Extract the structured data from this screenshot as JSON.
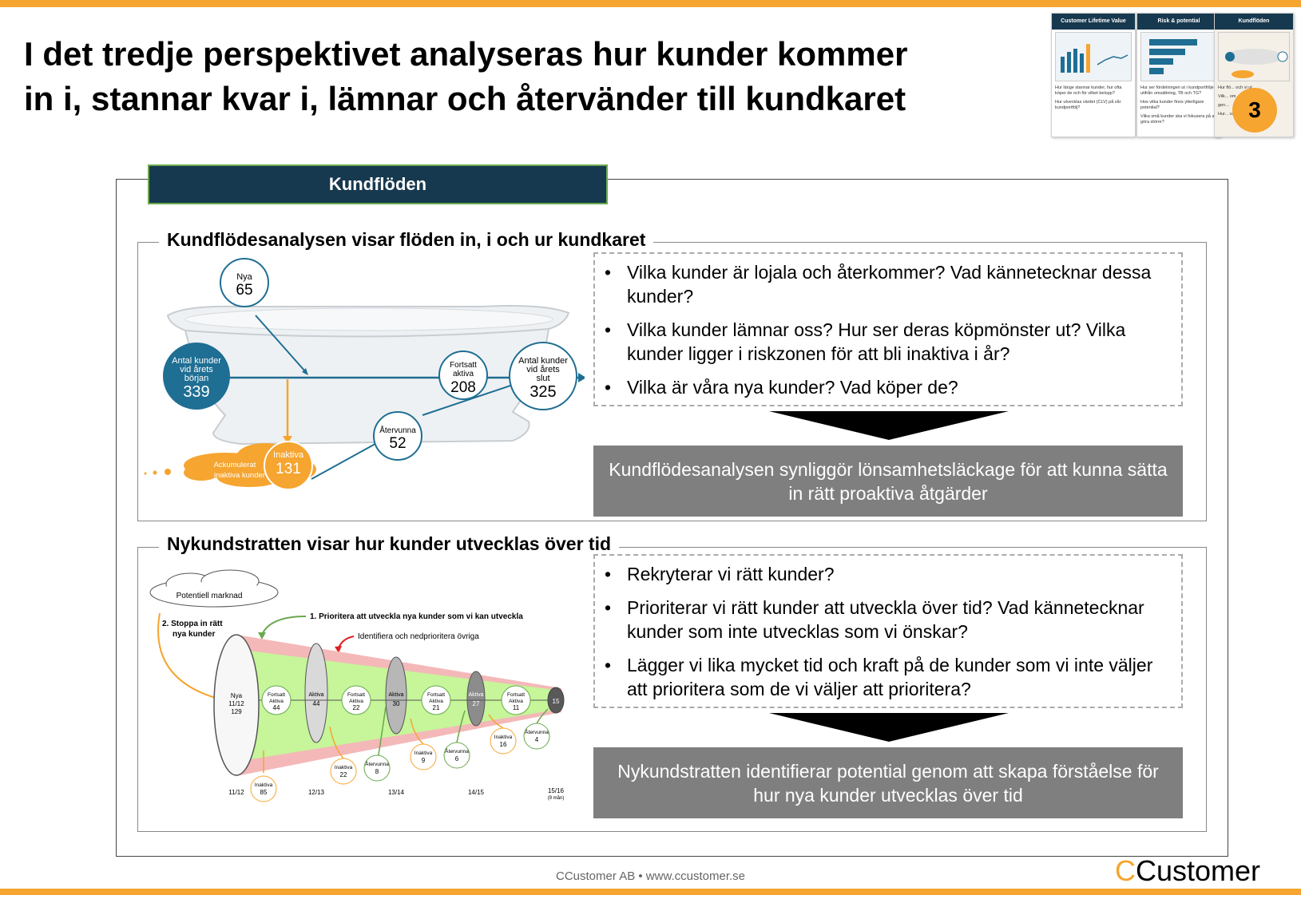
{
  "title": {
    "line1": "I det tredje perspektivet analyseras hur kunder kommer",
    "line2": "in i, stannar kvar i, lämnar och återvänder till kundkaret"
  },
  "thumbnails": [
    {
      "title": "Customer Lifetime Value",
      "bullets": [
        "Hur länge stannar kunder, hur ofta köper de och för vilket belopp?",
        "Hur utvecklas värdet (CLV) på vår kundportfölj?"
      ]
    },
    {
      "title": "Risk & potential",
      "bullets": [
        "Hur ser fördelningen ut i kundportföljen utifrån omsättning, TB och TG?",
        "Hos vilka kunder finns ytterligare potential?",
        "Vilka små kunder ska vi fokusera på att göra större?"
      ]
    },
    {
      "title": "Kundflöden",
      "bullets": [
        "Hur flö... och vi ut",
        "Vilk... om",
        "gen...",
        "Hur... vara fortsä..."
      ]
    }
  ],
  "badge": "3",
  "section_banner": "Kundflöden",
  "panel1": {
    "title": "Kundflödesanalysen  visar flöden in,  i och ur kundkaret",
    "bullets": [
      "Vilka kunder är lojala och återkommer? Vad kännetecknar dessa kunder?",
      "Vilka kunder lämnar oss? Hur ser deras köpmönster ut? Vilka kunder ligger i riskzonen för att bli inaktiva i år?",
      "Vilka är våra nya kunder? Vad köper de?"
    ],
    "conclusion": "Kundflödesanalysen synliggör lönsamhetsläckage för att kunna sätta in rätt proaktiva åtgärder",
    "diagram": {
      "nya_label": "Nya",
      "nya_value": "65",
      "start_label_1": "Antal kunder",
      "start_label_2": "vid årets",
      "start_label_3": "början",
      "start_value": "339",
      "fortsatt_label_1": "Fortsatt",
      "fortsatt_label_2": "aktiva",
      "fortsatt_value": "208",
      "end_label_1": "Antal kunder",
      "end_label_2": "vid årets",
      "end_label_3": "slut",
      "end_value": "325",
      "atervunna_label": "Återvunna",
      "atervunna_value": "52",
      "inaktiva_label": "Inaktiva",
      "inaktiva_value": "131",
      "ackum_label_1": "Ackumulerat",
      "ackum_label_2": "inaktiva kunder"
    }
  },
  "panel2": {
    "title": "Nykundstratten  visar hur kunder utvecklas över tid",
    "bullets": [
      "Rekryterar vi rätt kunder?",
      "Prioriterar vi rätt kunder att utveckla över tid? Vad kännetecknar kunder som inte utvecklas som vi önskar?",
      "Lägger vi lika mycket tid och kraft på de kunder som vi inte väljer att prioritera som de vi väljer att prioritera?"
    ],
    "conclusion": "Nykundstratten identifierar potential genom att skapa förståelse för hur nya kunder utvecklas över tid",
    "funnel": {
      "potential": "Potentiell marknad",
      "step2_1": "2. Stoppa in rätt",
      "step2_2": "nya kunder",
      "step1": "1. Prioritera att utveckla nya kunder som vi kan utveckla",
      "identify": "Identifiera och nedprioritera övriga",
      "nya_1": "Nya",
      "nya_2": "11/12",
      "nya_3": "129",
      "f1": "44",
      "a1": "44",
      "f2": "22",
      "a2": "30",
      "f3": "21",
      "a3": "27",
      "f4": "11",
      "last": "15",
      "fortsatt_1": "Fortsatt",
      "fortsatt_2": "Aktiva",
      "aktiva": "Aktiva",
      "inaktiva": "Inaktiva",
      "atervunna": "Återvunna",
      "in1": "85",
      "in2": "22",
      "at2": "8",
      "in3": "9",
      "at3": "6",
      "in4": "16",
      "at4": "4",
      "y1": "11/12",
      "y2": "12/13",
      "y3": "13/14",
      "y4": "14/15",
      "y5": "15/16",
      "y5_note": "(9 mån)"
    }
  },
  "footer": "CCustomer AB • www.ccustomer.se",
  "logo": {
    "c": "C",
    "rest": "Customer"
  },
  "colors": {
    "accent": "#f5a530",
    "navy": "#17394f",
    "blue": "#1f6e93",
    "green": "#6aa84f",
    "grey": "#7f7f7f"
  }
}
